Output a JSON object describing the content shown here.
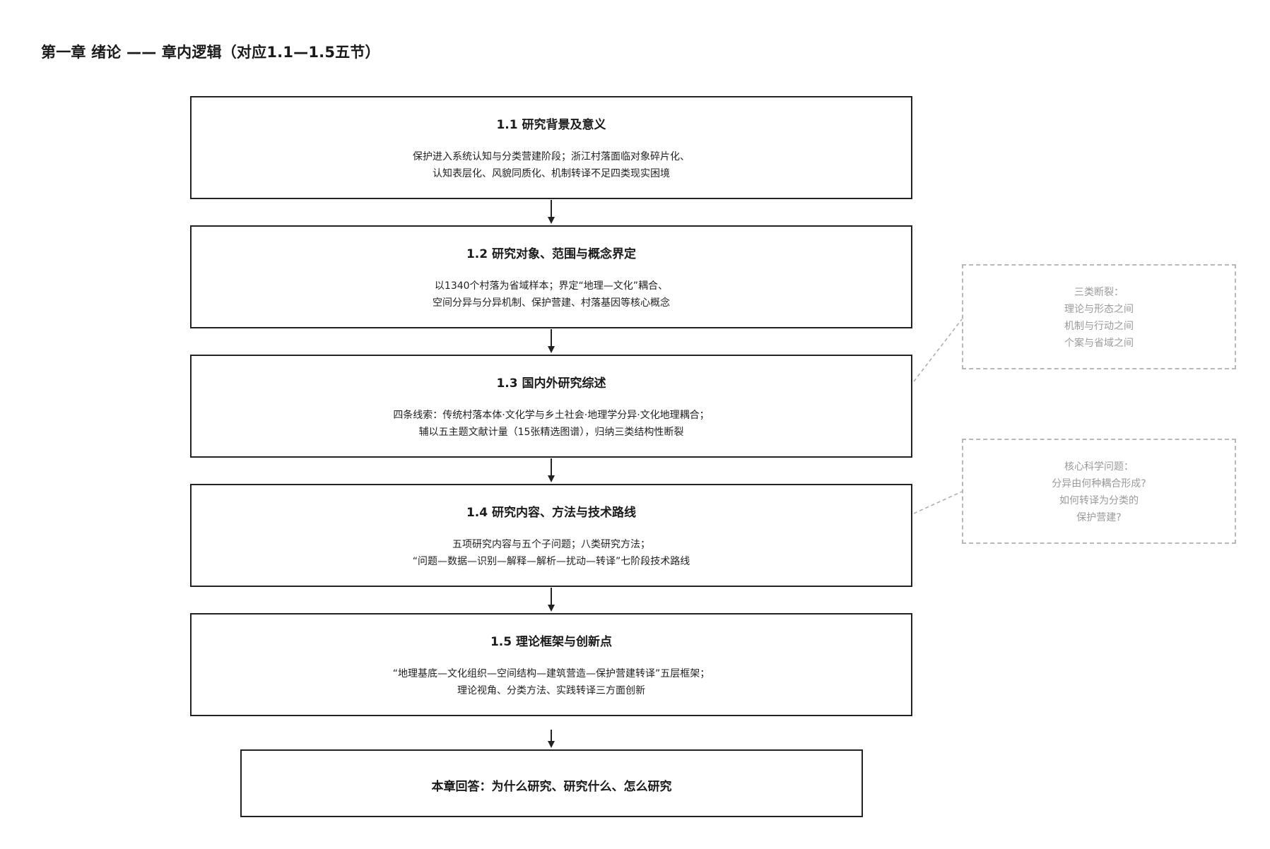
{
  "title": "第一章 绪论 —— 章内逻辑（对应1.1—1.5五节）",
  "sections": [
    {
      "title": "1.1 研究背景及意义",
      "lines": [
        "保护进入系统认知与分类营建阶段；浙江村落面临对象碎片化、",
        "认知表层化、风貌同质化、机制转译不足四类现实困境"
      ]
    },
    {
      "title": "1.2 研究对象、范围与概念界定",
      "lines": [
        "以1340个村落为省域样本；界定“地理—文化”耦合、",
        "空间分异与分异机制、保护营建、村落基因等核心概念"
      ]
    },
    {
      "title": "1.3 国内外研究综述",
      "lines": [
        "四条线索：传统村落本体·文化学与乡土社会·地理学分异·文化地理耦合；",
        "辅以五主题文献计量（15张精选图谱），归纳三类结构性断裂"
      ]
    },
    {
      "title": "1.4 研究内容、方法与技术路线",
      "lines": [
        "五项研究内容与五个子问题；八类研究方法；",
        "“问题—数据—识别—解释—解析—扰动—转译”七阶段技术路线"
      ]
    },
    {
      "title": "1.5 理论框架与创新点",
      "lines": [
        "“地理基底—文化组织—空间结构—建筑营造—保护营建转译”五层框架；",
        "理论视角、分类方法、实践转译三方面创新"
      ]
    }
  ],
  "conclusion": "本章回答：为什么研究、研究什么、怎么研究",
  "notes": [
    {
      "lines": [
        "三类断裂：",
        "理论与形态之间",
        "机制与行动之间",
        "个案与省域之间"
      ]
    },
    {
      "lines": [
        "核心科学问题：",
        "分异由何种耦合形成?",
        "如何转译为分类的",
        "保护营建?"
      ]
    }
  ]
}
